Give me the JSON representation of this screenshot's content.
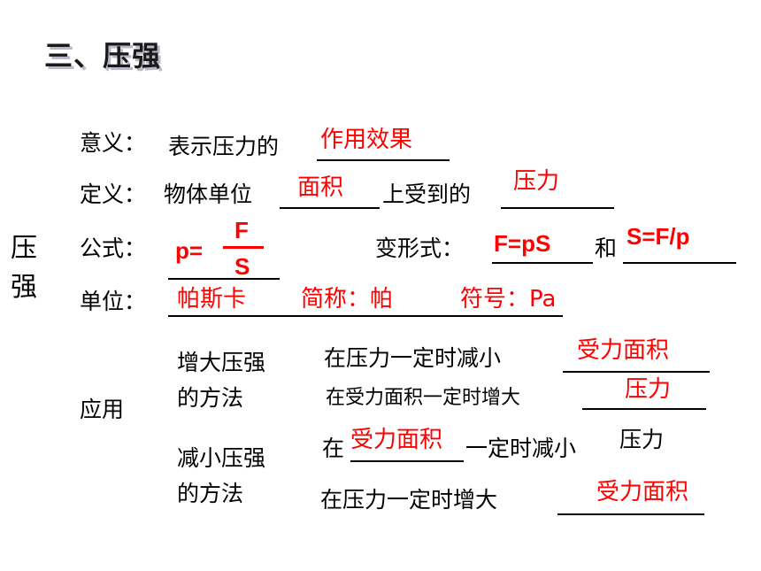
{
  "title": "三、压强",
  "side_label": [
    "压",
    "强"
  ],
  "rows": {
    "meaning": {
      "label": "意义：",
      "text": "表示压力的",
      "answer": "作用效果"
    },
    "definition": {
      "label": "定义：",
      "text1": "物体单位",
      "answer1": "面积",
      "text2": "上受到的",
      "answer2": "压力"
    },
    "formula": {
      "label": "公式：",
      "lhs": "p=",
      "numerator": "F",
      "denominator": "S",
      "variant_label": "变形式：",
      "variant1": "F=pS",
      "and": "和",
      "variant2": "S=F/p"
    },
    "unit": {
      "label": "单位：",
      "name": "帕斯卡",
      "short": "简称：帕",
      "symbol": "符号：Pa"
    }
  },
  "application": {
    "label": "应用",
    "increase": {
      "heading": [
        "增大压强",
        "的方法"
      ],
      "line1_text": "在压力一定时减小",
      "line1_answer": "受力面积",
      "line2_text": "在受力面积一定时增大",
      "line2_answer": "压力"
    },
    "decrease": {
      "heading": [
        "减小压强",
        "的方法"
      ],
      "line1_pre": "在",
      "line1_answer": "受力面积",
      "line1_text": "一定时减小",
      "line1_tail": "压力",
      "line2_text": "在压力一定时增大",
      "line2_answer": "受力面积"
    }
  }
}
